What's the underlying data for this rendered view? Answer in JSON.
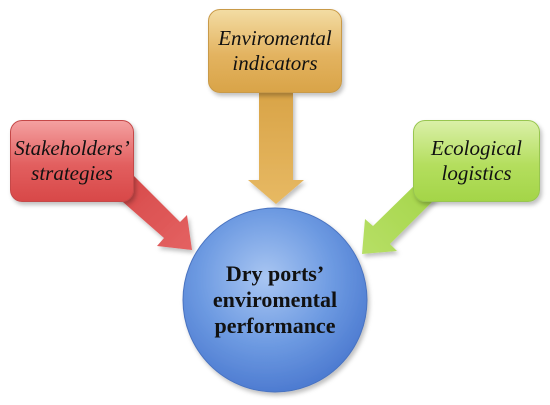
{
  "diagram": {
    "top_box": {
      "line1": "Enviromental",
      "line2": "indicators",
      "color": "#e3b360"
    },
    "left_box": {
      "line1": "Stakeholders’",
      "line2": "strategies",
      "color": "#e25f5f"
    },
    "right_box": {
      "line1": "Ecological",
      "line2": "logistics",
      "color": "#b4de5e"
    },
    "center_node": {
      "line1": "Dry ports’",
      "line2": "enviromental",
      "line3": "performance",
      "color": "#4f81d6"
    }
  }
}
